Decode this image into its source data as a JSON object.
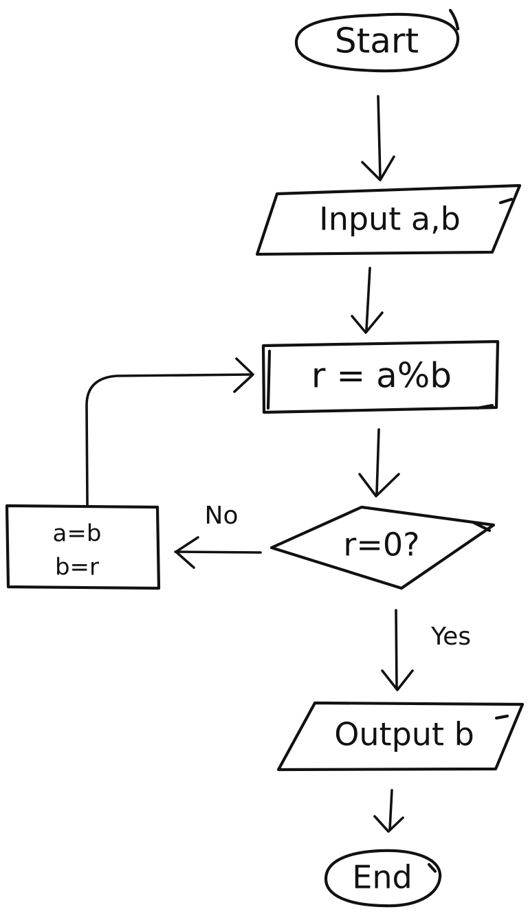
{
  "nodes": {
    "start": "Start",
    "input": "Input a,b",
    "compute": "r = a%b",
    "decision": "r=0?",
    "swap_line1": "a=b",
    "swap_line2": "b=r",
    "output": "Output b",
    "end": "End"
  },
  "edges": {
    "no": "No",
    "yes": "Yes"
  }
}
